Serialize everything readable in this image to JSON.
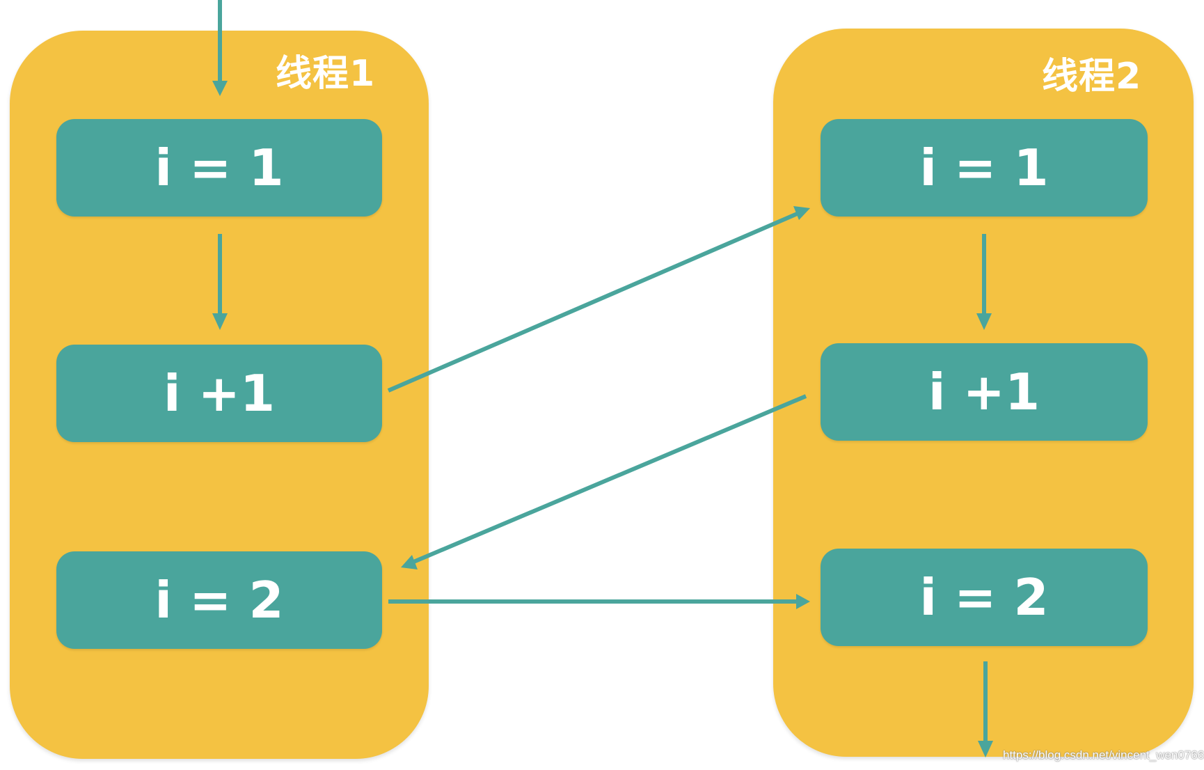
{
  "threads": [
    {
      "label": "线程1",
      "steps": [
        "i = 1",
        "i +1",
        "i = 2"
      ]
    },
    {
      "label": "线程2",
      "steps": [
        "i = 1",
        "i +1",
        "i = 2"
      ]
    }
  ],
  "colors": {
    "thread_fill": "#f4c242",
    "step_fill": "#4aa59c",
    "arrow": "#4aa59c",
    "text": "#ffffff"
  },
  "watermark": "https://blog.csdn.net/vincent_wen0766"
}
